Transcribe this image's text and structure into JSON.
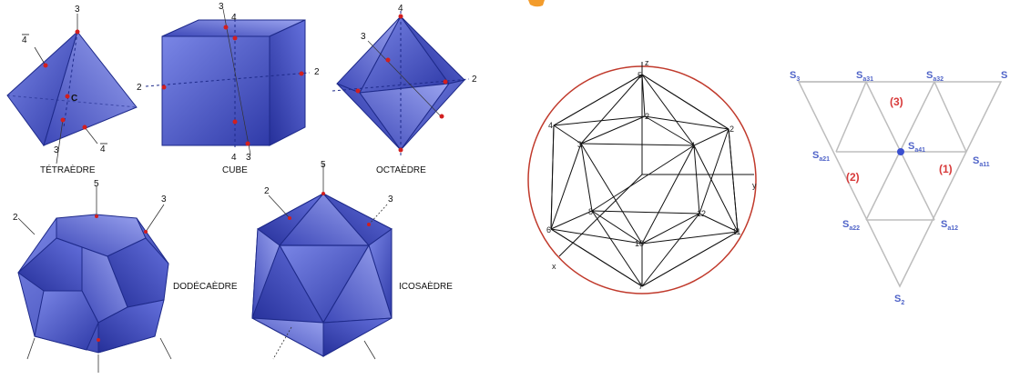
{
  "polyhedra": {
    "tetra": {
      "caption": "TÉTRAÈDRE",
      "labels": [
        "3",
        "4",
        "C",
        "3",
        "4"
      ]
    },
    "cube": {
      "caption": "CUBE",
      "labels": [
        "3",
        "4",
        "2",
        "2",
        "4",
        "3"
      ]
    },
    "octa": {
      "caption": "OCTAÈDRE",
      "labels": [
        "4",
        "3",
        "2"
      ]
    },
    "dodeca": {
      "caption": "DODÉCAÈDRE",
      "labels": [
        "5",
        "3",
        "2"
      ]
    },
    "icosa": {
      "caption": "ICOSAÈDRE",
      "labels": [
        "5",
        "2",
        "3"
      ]
    }
  },
  "icosahedron_projection": {
    "axis_labels": [
      "z",
      "y",
      "x"
    ],
    "vertex_labels": [
      "5",
      "2",
      "1",
      "3",
      "4",
      "2",
      "8",
      "12",
      "6",
      "10",
      "11",
      "7"
    ]
  },
  "triangle": {
    "vertices": [
      {
        "main": "S",
        "sub": "3"
      },
      {
        "main": "S",
        "sub": "a31"
      },
      {
        "main": "S",
        "sub": "a32"
      },
      {
        "main": "S",
        "sub": ""
      },
      {
        "main": "S",
        "sub": "a21"
      },
      {
        "main": "S",
        "sub": "a41"
      },
      {
        "main": "S",
        "sub": "a11"
      },
      {
        "main": "S",
        "sub": "a22"
      },
      {
        "main": "S",
        "sub": "a12"
      },
      {
        "main": "S",
        "sub": "2"
      }
    ],
    "regions": [
      "(3)",
      "(2)",
      "(1)"
    ],
    "colors": {
      "label": "#4f63c8",
      "region": "#d83a3a",
      "edge": "#bdbdbd",
      "point": "#3a4fd0"
    }
  },
  "colors": {
    "solid": "#4a55c9",
    "sphere": "#c0392b",
    "accent_orange": "#f39c2c"
  }
}
